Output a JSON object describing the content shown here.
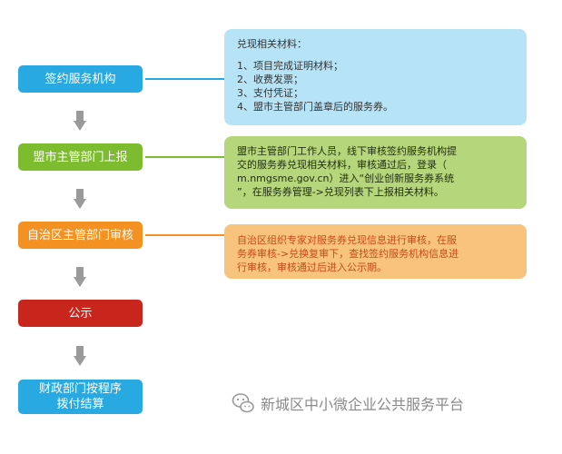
{
  "steps": [
    {
      "label": "签约服务机构"
    },
    {
      "label": "盟市主管部门上报"
    },
    {
      "label": "自治区主管部门审核"
    },
    {
      "label": "公示"
    },
    {
      "label": "财政部门按程序拨付结算"
    }
  ],
  "notes": {
    "blue": {
      "title": "兑现相关材料：",
      "items": [
        "1、项目完成证明材料；",
        "2、收费发票；",
        "3、支付凭证；",
        "4、盟市主管部门盖章后的服务券。"
      ]
    },
    "green": {
      "lines": [
        "盟市主管部门工作人员，线下审核签约服务机构提",
        "交的服务券兑现相关材料，审核通过后，登录（",
        "m.nmgsme.gov.cn）进入“创业创新服务券系统",
        "”，在服务券管理->兑现列表下上报相关材料。"
      ]
    },
    "orange": {
      "lines": [
        "自治区组织专家对服务券兑现信息进行审核，在服",
        "务券审核->兑换复审下，查找签约服务机构信息进",
        "行审核，审核通过后进入公示期。"
      ]
    }
  },
  "footer": {
    "text": "新城区中小微企业公共服务平台",
    "icon": "wechat-icon"
  },
  "colors": {
    "blue": "#29a9e1",
    "green": "#7dbc2f",
    "orange": "#f39122",
    "red": "#c8251d",
    "arrow": "#9a9a9a"
  }
}
